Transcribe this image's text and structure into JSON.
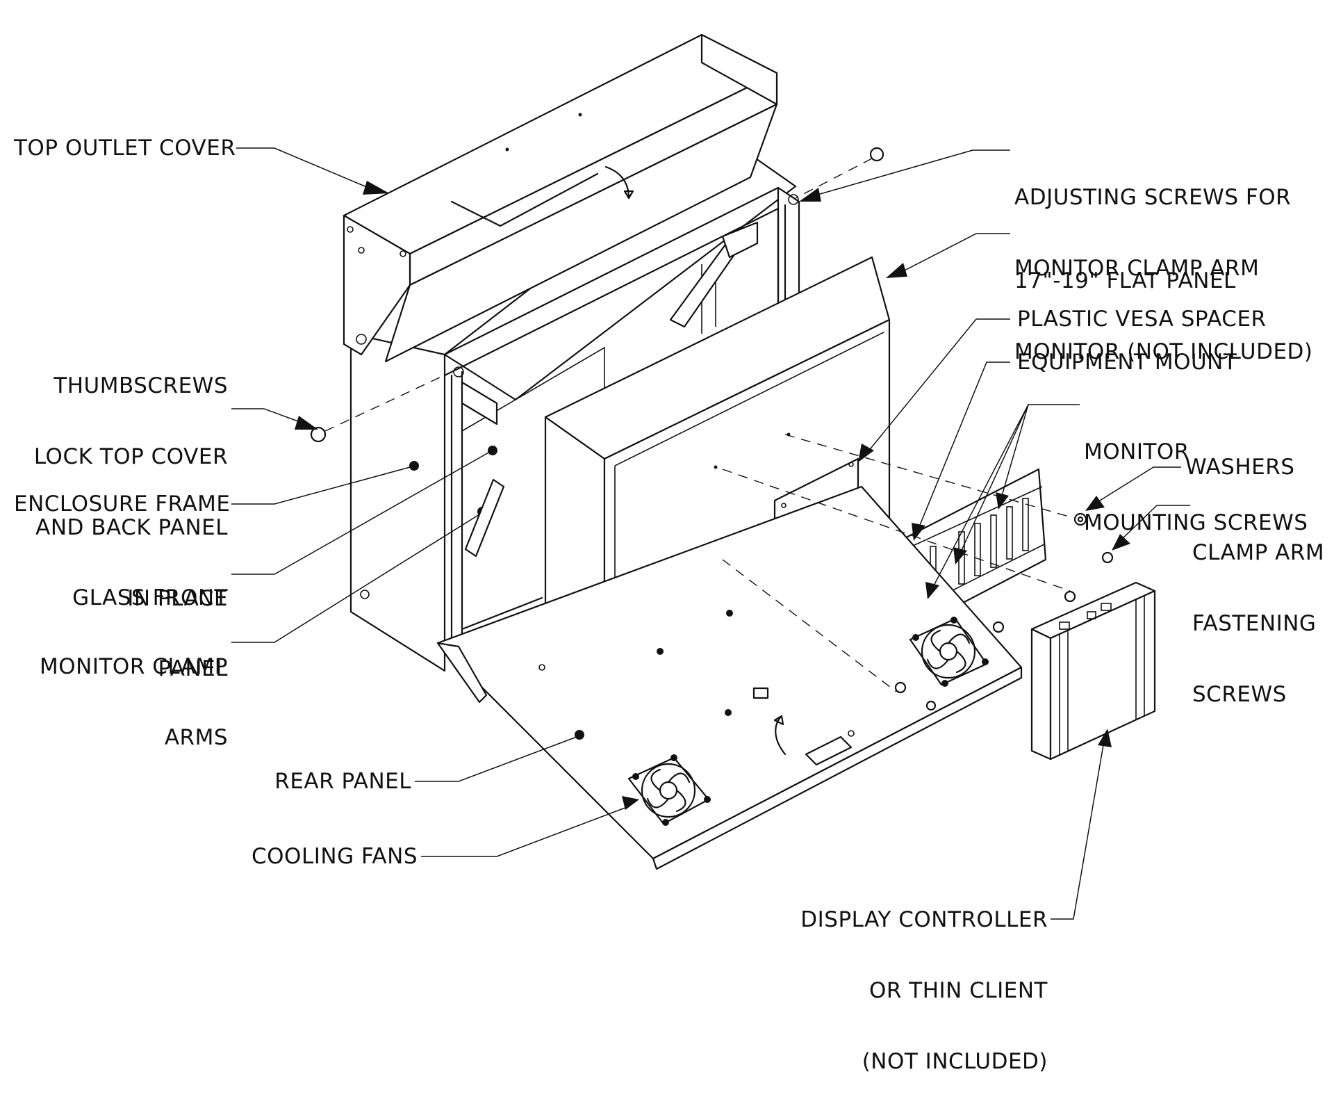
{
  "labels": {
    "top_outlet_cover": "TOP OUTLET COVER",
    "thumbscrews": [
      "THUMBSCREWS",
      "LOCK TOP COVER",
      "AND BACK PANEL",
      "IN PLACE"
    ],
    "enclosure_frame": "ENCLOSURE FRAME",
    "glass_front_panel": [
      "GLASS FRONT",
      "PANEL"
    ],
    "monitor_clamp_arms": [
      "MONITOR CLAMP",
      "ARMS"
    ],
    "rear_panel": "REAR PANEL",
    "cooling_fans": "COOLING FANS",
    "adjusting_screws": [
      "ADJUSTING SCREWS FOR",
      "MONITOR CLAMP ARM"
    ],
    "flat_panel_monitor": [
      "17\"-19\" FLAT PANEL",
      "MONITOR (NOT INCLUDED)"
    ],
    "plastic_vesa_spacer": "PLASTIC VESA SPACER",
    "equipment_mount": "EQUIPMENT MOUNT",
    "monitor_mounting_screws": [
      "MONITOR",
      "MOUNTING SCREWS"
    ],
    "washers": "WASHERS",
    "clamp_arm_fastening_screws": [
      "CLAMP ARM",
      "FASTENING",
      "SCREWS"
    ],
    "display_controller": [
      "DISPLAY CONTROLLER",
      "OR THIN CLIENT",
      "(NOT INCLUDED)"
    ]
  }
}
